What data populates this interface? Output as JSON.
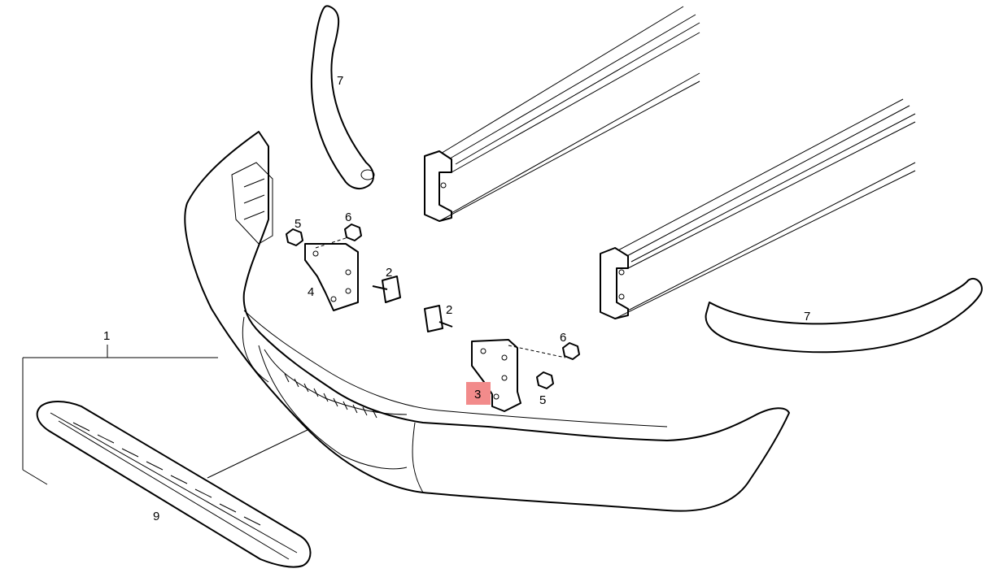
{
  "callouts": [
    {
      "id": "1",
      "text": "1"
    },
    {
      "id": "2a",
      "text": "2"
    },
    {
      "id": "2b",
      "text": "2"
    },
    {
      "id": "3",
      "text": "3",
      "highlight": true
    },
    {
      "id": "4",
      "text": "4"
    },
    {
      "id": "5a",
      "text": "5"
    },
    {
      "id": "5b",
      "text": "5"
    },
    {
      "id": "6a",
      "text": "6"
    },
    {
      "id": "6b",
      "text": "6"
    },
    {
      "id": "7a",
      "text": "7"
    },
    {
      "id": "7b",
      "text": "7"
    },
    {
      "id": "9",
      "text": "9"
    }
  ],
  "colors": {
    "line": "#000000",
    "fill": "#ffffff",
    "highlight": "#f28b8b"
  }
}
